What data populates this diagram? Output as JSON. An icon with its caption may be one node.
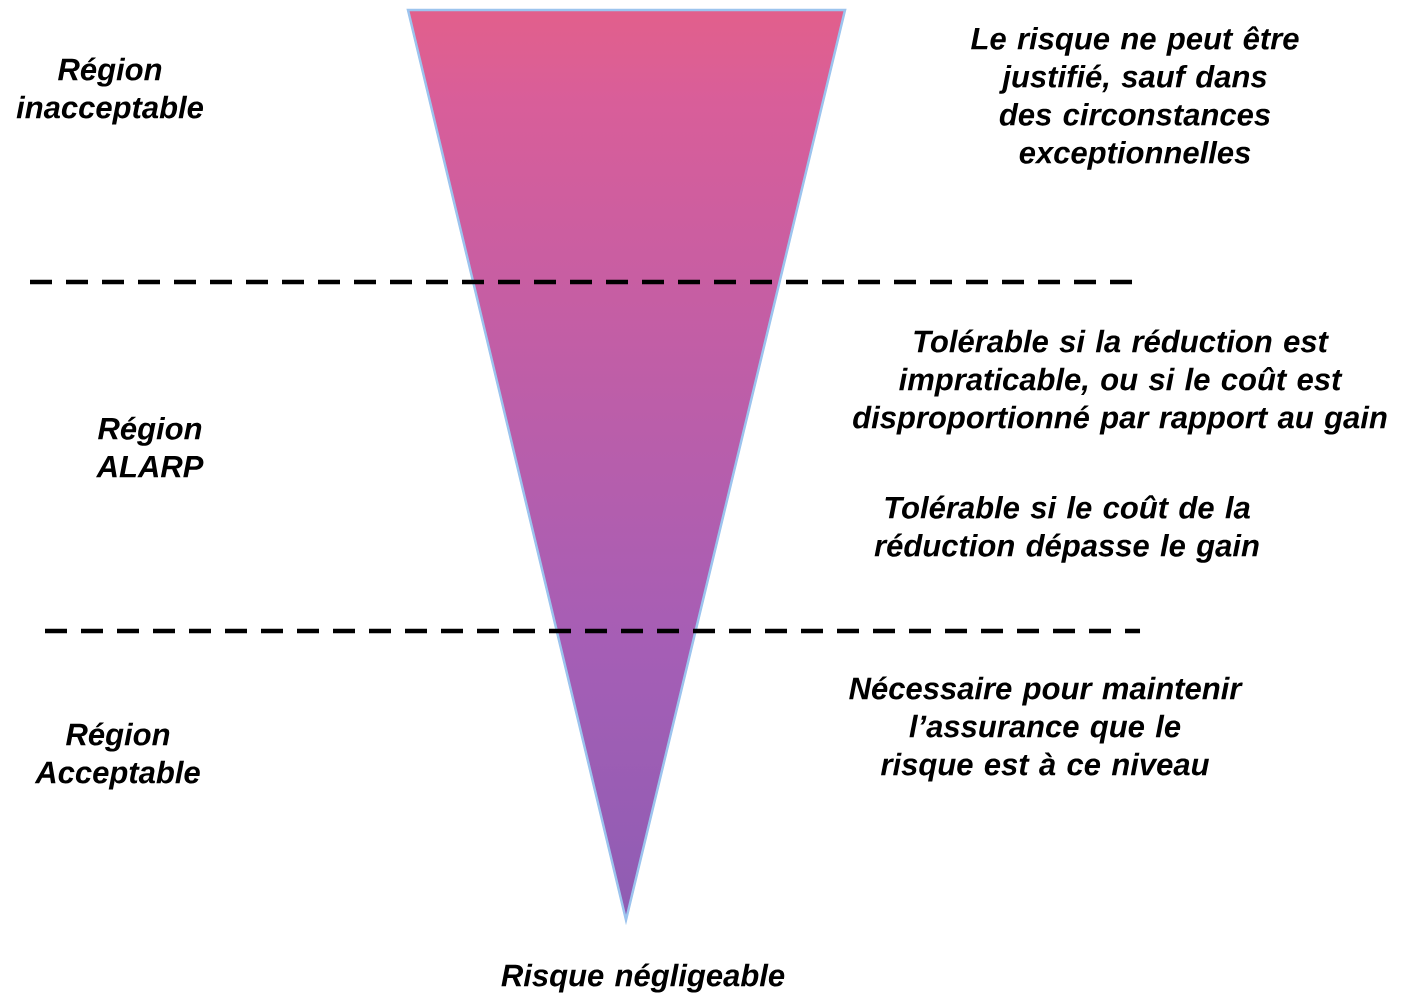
{
  "diagram": {
    "labels": [
      "Région inacceptable",
      "Le risque ne peut être justifié, sauf dans des circonstances exceptionnelles",
      "Région ALARP",
      "Tolérable si la réduction est impraticable, ou si le coût est disproportionné par rapport au gain",
      "Tolérable si le coût de la réduction dépasse le gain",
      "Région Acceptable",
      "Nécessaire pour maintenir l’assurance que le risque est à ce niveau",
      "Risque négligeable"
    ]
  }
}
